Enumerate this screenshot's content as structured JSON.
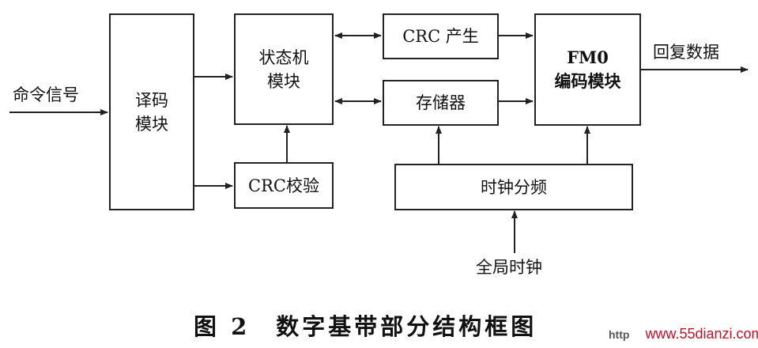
{
  "blocks": {
    "decoder": "译码\n模块",
    "state_machine": "状态机\n模块",
    "crc_check": "CRC校验",
    "crc_gen": "CRC 产生",
    "memory": "存储器",
    "fm0": "FM0\n编码模块",
    "clock_div": "时钟分频"
  },
  "labels": {
    "input": "命令信号",
    "output": "回复数据",
    "global_clock": "全局时钟"
  },
  "caption": "图 2　数字基带部分结构框图",
  "watermark": {
    "prefix": "http",
    "site": "www.55dianzi.com"
  }
}
